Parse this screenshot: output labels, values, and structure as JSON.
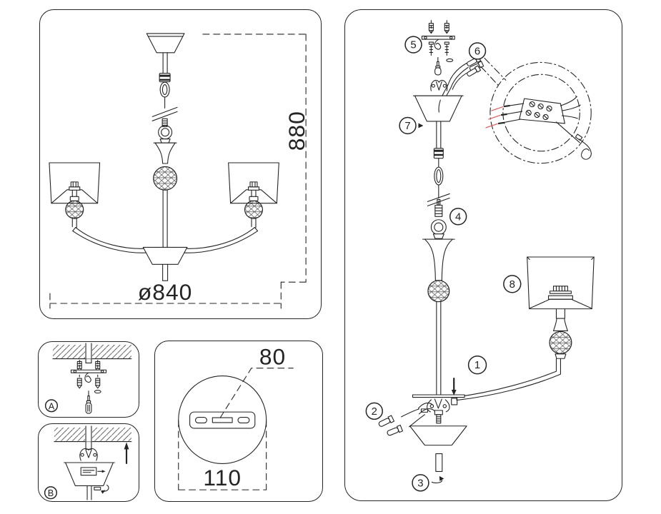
{
  "front_view": {
    "height_dim": "880",
    "diameter_dim": "ø840"
  },
  "canopy_detail": {
    "slot_dim": "80",
    "plate_dim": "110"
  },
  "step_labels": {
    "a": "A",
    "b": "B"
  },
  "assembly_callouts": {
    "c1": "1",
    "c2": "2",
    "c3": "3",
    "c4": "4",
    "c5": "5",
    "c6": "6",
    "c7": "7",
    "c8": "8"
  },
  "colors": {
    "line": "#242424",
    "accent_red": "#e06565"
  }
}
